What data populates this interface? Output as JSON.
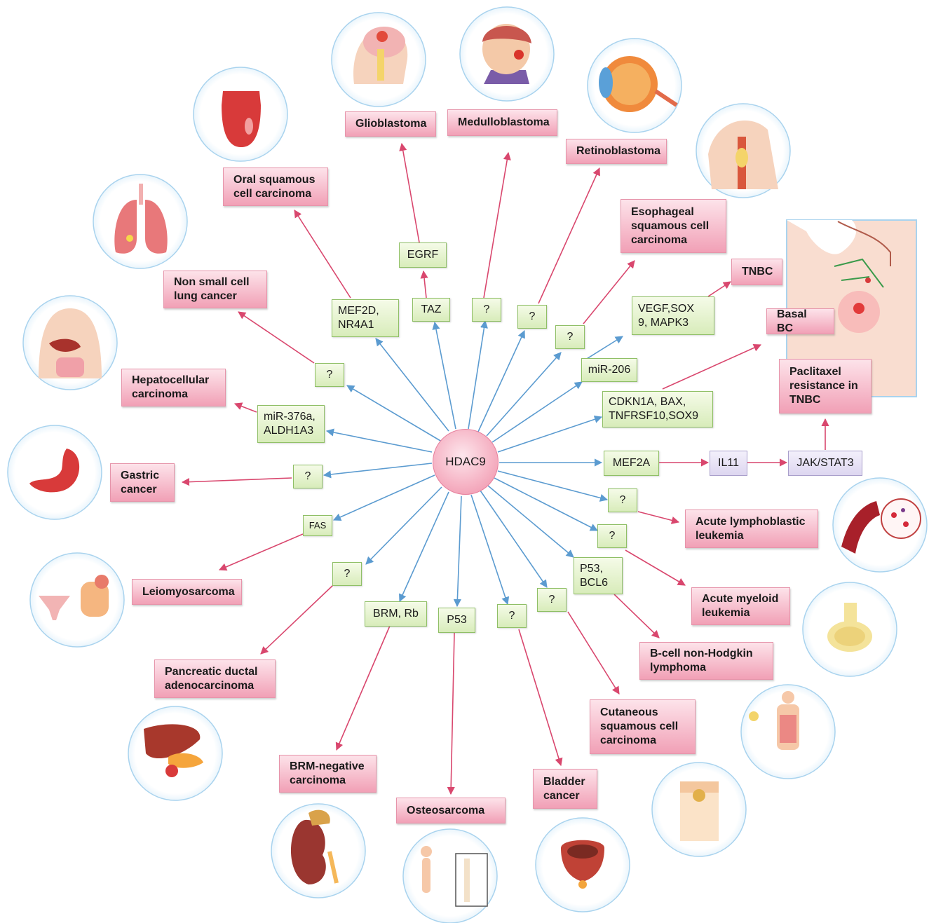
{
  "hub": "HDAC9",
  "mediators": {
    "m_q1": "?",
    "m_mef2d": "MEF2D,\nNR4A1",
    "m_taz": "TAZ",
    "m_egrf": "EGRF",
    "m_q2": "?",
    "m_q3": "?",
    "m_q4": "?",
    "m_mir206": "miR-206",
    "m_vegf": "VEGF,SOX\n9, MAPK3",
    "m_cdkn": "CDKN1A, BAX,\nTNFRSF10,SOX9",
    "m_mef2a": "MEF2A",
    "m_mir376": "miR-376a,\nALDH1A3",
    "m_q5": "?",
    "m_fas": "FAS",
    "m_q6": "?",
    "m_brm": "BRM, Rb",
    "m_p53": "P53",
    "m_q7": "?",
    "m_q8": "?",
    "m_p53bcl": "P53,\nBCL6",
    "m_q9": "?",
    "m_q10": "?"
  },
  "pathway": {
    "il11": "IL11",
    "jak": "JAK/STAT3"
  },
  "cancers": {
    "c_nsclc": "Non small cell\nlung cancer",
    "c_oral": "Oral squamous\ncell carcinoma",
    "c_glio": "Glioblastoma",
    "c_medullo": "Medulloblastoma",
    "c_retino": "Retinoblastoma",
    "c_esoph": "Esophageal\nsquamous cell\ncarcinoma",
    "c_tnbc": "TNBC",
    "c_basal": "Basal BC",
    "c_pacli": "Paclitaxel\nresistance in\nTNBC",
    "c_hcc": "Hepatocellular\ncarcinoma",
    "c_gastric": "Gastric\ncancer",
    "c_leio": "Leiomyosarcoma",
    "c_panc": "Pancreatic ductal\nadenocarcinoma",
    "c_brm": "BRM-negative\ncarcinoma",
    "c_osteo": "Osteosarcoma",
    "c_bladder": "Bladder\ncancer",
    "c_cscc": "Cutaneous\nsquamous cell\ncarcinoma",
    "c_bcell": "B-cell non-Hodgkin\nlymphoma",
    "c_aml": "Acute myeloid\nleukemia",
    "c_all": "Acute lymphoblastic\nleukemia"
  },
  "colors": {
    "blue_arrow": "#5b9bd0",
    "red_arrow": "#d9476e",
    "cancer_box": "#f4b6c6",
    "gene_box": "#e4f3cf",
    "pathway_box": "#e5e0f5",
    "icon_ring": "#a9d3ee"
  },
  "icons": [
    "brain-glioblastoma-icon",
    "child-head-medulloblastoma-icon",
    "eye-retinoblastoma-icon",
    "throat-esophagus-icon",
    "tongue-oral-icon",
    "lungs-icon",
    "torso-liver-icon",
    "stomach-icon",
    "uterus-intestine-icon",
    "liver-pancreas-icon",
    "kidney-icon",
    "skeleton-knee-icon",
    "bladder-icon",
    "skin-icon",
    "lymphatic-body-icon",
    "bone-marrow-icon",
    "blood-vessel-cells-icon",
    "breast-lymph-nodes-icon"
  ]
}
